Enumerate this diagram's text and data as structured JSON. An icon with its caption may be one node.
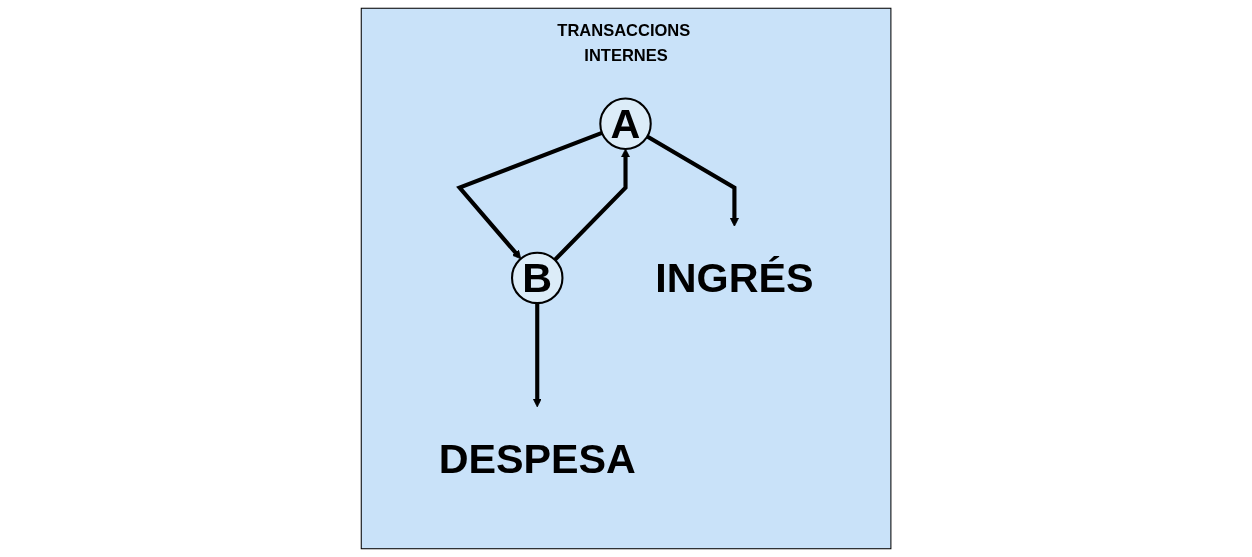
{
  "diagram": {
    "nodes": [
      {
        "text": [
          "TRANSACCIONS INTERNES"
        ]
      },
      {
        "text": [
          "A"
        ],
        "in": 0
      },
      {
        "text": [
          "B"
        ],
        "in": 0
      },
      {
        "text": [
          "INGRÉS"
        ],
        "in": 0
      },
      {
        "text": [
          "DESPESA"
        ],
        "in": 0
      }
    ],
    "edges": [
      {
        "from": 1,
        "to": 2,
        "arrow": "to"
      },
      {
        "from": 2,
        "to": 1,
        "arrow": "to"
      },
      {
        "from": 1,
        "to": 3,
        "arrow": "to"
      },
      {
        "from": 2,
        "to": 4,
        "arrow": "to"
      }
    ]
  }
}
